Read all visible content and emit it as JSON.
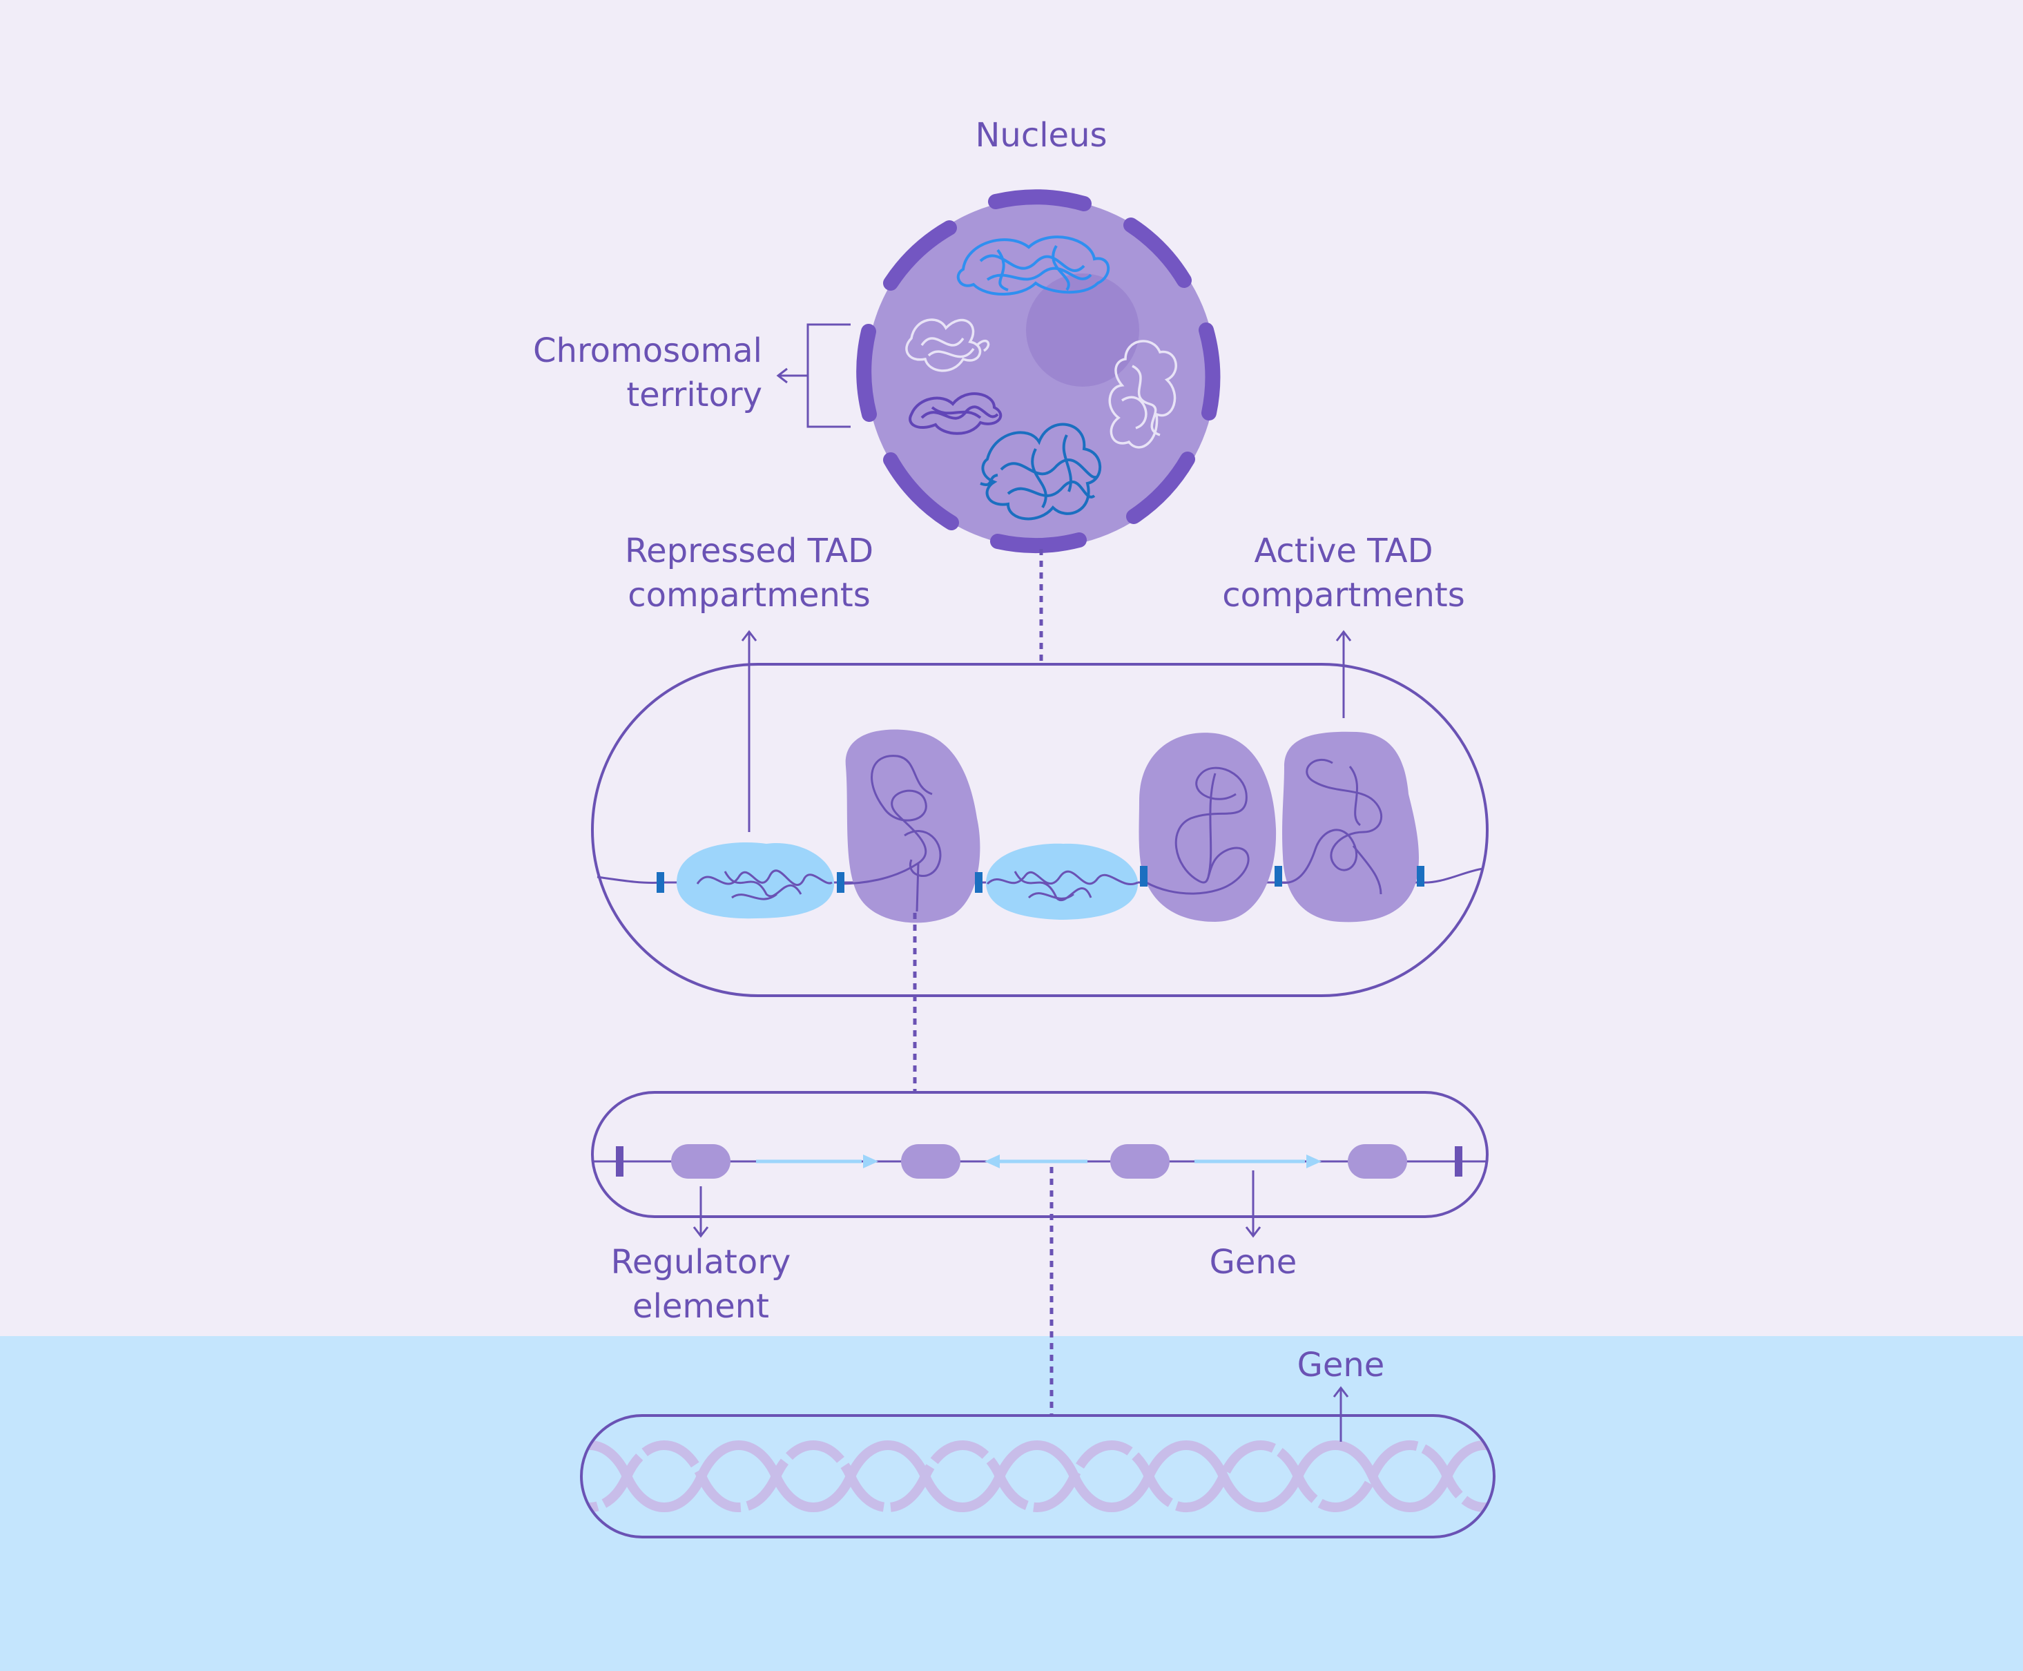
{
  "labels": {
    "nucleus": "Nucleus",
    "chromosomal_territory_line1": "Chromosomal",
    "chromosomal_territory_line2": "territory",
    "repressed_tad_line1": "Repressed TAD",
    "repressed_tad_line2": "compartments",
    "active_tad_line1": "Active TAD",
    "active_tad_line2": "compartments",
    "regulatory_element_line1": "Regulatory",
    "regulatory_element_line2": "element",
    "gene_upper": "Gene",
    "gene_lower": "Gene"
  },
  "colors": {
    "background": "#f1edf8",
    "bottom_band": "#c4e5fd",
    "label": "#6a52b4",
    "nucleus_fill": "#a996d8",
    "nucleus_membrane": "#7356c2",
    "tad_repressed": "#9dd5fb",
    "tad_active": "#a996d8",
    "boundary_marker": "#1b6fc0",
    "dna_strand": "#c8bde9"
  }
}
